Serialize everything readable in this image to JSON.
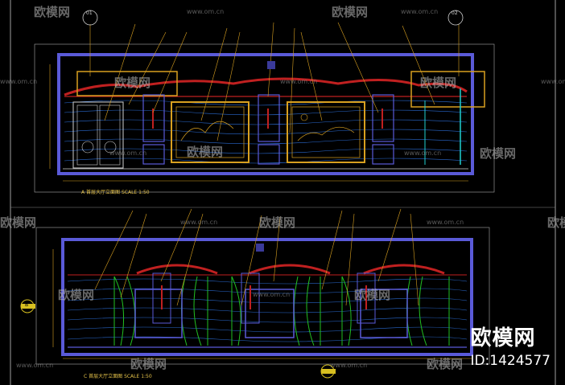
{
  "watermark": {
    "brand": "欧模网",
    "site": "www.om.cn",
    "id_text": "ID:1424577"
  },
  "drawing": {
    "upper_title": "首层大厅立面图",
    "lower_title": "首层大厅立面图",
    "upper_mark": "A",
    "lower_mark": "C",
    "upper_scale": "SCALE 1:50",
    "lower_scale": "SCALE 1:50",
    "callout_left": "01",
    "callout_right": "02",
    "section_mark": "B"
  },
  "colors": {
    "background": "#000000",
    "frame": "#5a5ad8",
    "leader": "#d8a020",
    "green": "#22c022",
    "cyan": "#20d0d0",
    "red": "#c02020",
    "white_line": "#d0d0d0"
  }
}
